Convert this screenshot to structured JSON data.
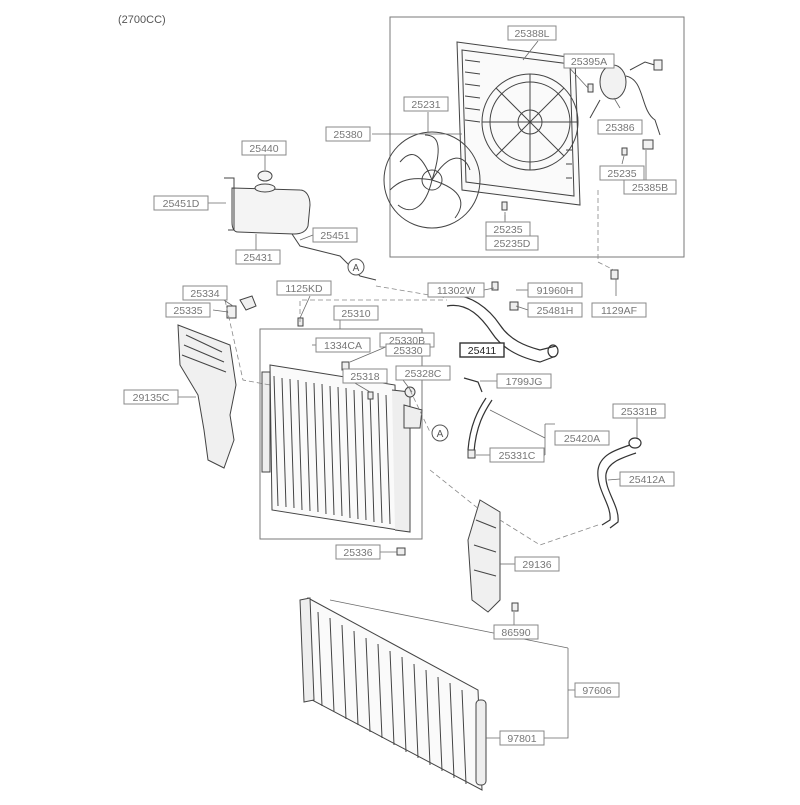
{
  "header": {
    "engine": "(2700CC)"
  },
  "callouts": [
    {
      "id": "c25388L",
      "label": "25388L"
    },
    {
      "id": "c25395A",
      "label": "25395A"
    },
    {
      "id": "c25231",
      "label": "25231"
    },
    {
      "id": "c25380",
      "label": "25380"
    },
    {
      "id": "c25386",
      "label": "25386"
    },
    {
      "id": "c25235a",
      "label": "25235"
    },
    {
      "id": "c25385B",
      "label": "25385B"
    },
    {
      "id": "c25235b",
      "label": "25235"
    },
    {
      "id": "c25235D",
      "label": "25235D"
    },
    {
      "id": "c25440",
      "label": "25440"
    },
    {
      "id": "c25451D",
      "label": "25451D"
    },
    {
      "id": "c25451",
      "label": "25451"
    },
    {
      "id": "c25431",
      "label": "25431"
    },
    {
      "id": "c11302W",
      "label": "11302W"
    },
    {
      "id": "c91960H",
      "label": "91960H"
    },
    {
      "id": "c25481H",
      "label": "25481H"
    },
    {
      "id": "c1129AF",
      "label": "1129AF"
    },
    {
      "id": "c25411",
      "label": "25411"
    },
    {
      "id": "c25334",
      "label": "25334"
    },
    {
      "id": "c1125KD",
      "label": "1125KD"
    },
    {
      "id": "c25335",
      "label": "25335"
    },
    {
      "id": "c25310",
      "label": "25310"
    },
    {
      "id": "c1334CA",
      "label": "1334CA"
    },
    {
      "id": "c25330B",
      "label": "25330B"
    },
    {
      "id": "c25330",
      "label": "25330"
    },
    {
      "id": "c25318",
      "label": "25318"
    },
    {
      "id": "c25328C",
      "label": "25328C"
    },
    {
      "id": "c1799JG",
      "label": "1799JG"
    },
    {
      "id": "c29135C",
      "label": "29135C"
    },
    {
      "id": "c25331B",
      "label": "25331B"
    },
    {
      "id": "c25420A",
      "label": "25420A"
    },
    {
      "id": "c25331C",
      "label": "25331C"
    },
    {
      "id": "c25412A",
      "label": "25412A"
    },
    {
      "id": "c25336",
      "label": "25336"
    },
    {
      "id": "c29136",
      "label": "29136"
    },
    {
      "id": "c86590",
      "label": "86590"
    },
    {
      "id": "c97606",
      "label": "97606"
    },
    {
      "id": "c97801",
      "label": "97801"
    }
  ],
  "connector_mark": "A",
  "colors": {
    "line": "#6a6a6a",
    "label_text": "#777777",
    "part": "#444444",
    "shade": "#d9d9d9"
  }
}
